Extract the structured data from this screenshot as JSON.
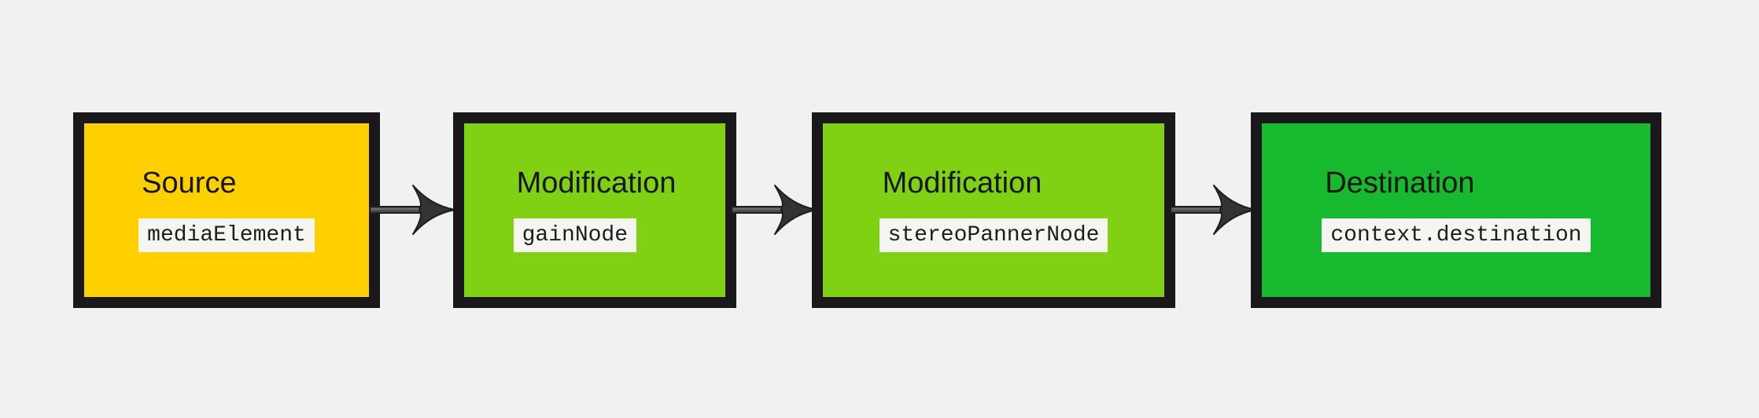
{
  "page": {
    "background_color": "#f1f1f1",
    "border_color": "#1b181b"
  },
  "diagram": {
    "type": "flow",
    "direction": "left-to-right",
    "nodes": [
      {
        "title": "Source",
        "code": "mediaElement",
        "fill": "#ffd000"
      },
      {
        "title": "Modification",
        "code": "gainNode",
        "fill": "#80d013"
      },
      {
        "title": "Modification",
        "code": "stereoPannerNode",
        "fill": "#80d013"
      },
      {
        "title": "Destination",
        "code": "context.destination",
        "fill": "#17b92f"
      }
    ],
    "connections": [
      {
        "from": 0,
        "to": 1,
        "icon": "arrow-right-icon"
      },
      {
        "from": 1,
        "to": 2,
        "icon": "arrow-right-icon"
      },
      {
        "from": 2,
        "to": 3,
        "icon": "arrow-right-icon"
      }
    ],
    "arrow_color": "#3a3a3a"
  }
}
